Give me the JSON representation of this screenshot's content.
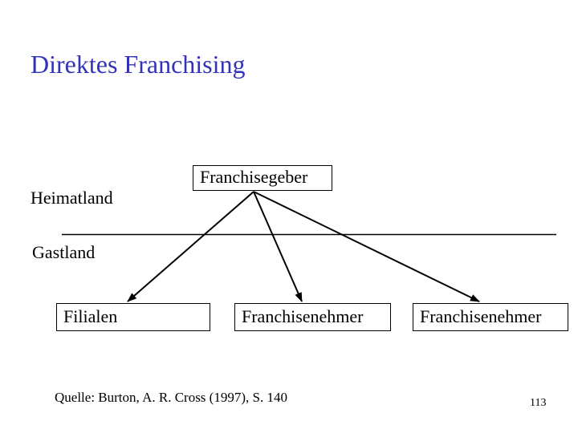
{
  "title": "Direktes Franchising",
  "labels": {
    "home_country": "Heimatland",
    "host_country": "Gastland"
  },
  "nodes": {
    "franchisor": "Franchisegeber",
    "branches": "Filialen",
    "franchisee_middle": "Franchisenehmer",
    "franchisee_right": "Franchisenehmer"
  },
  "diagram": {
    "edges": [
      {
        "from": "Franchisegeber",
        "to": "Filialen"
      },
      {
        "from": "Franchisegeber",
        "to": "Franchisenehmer"
      },
      {
        "from": "Franchisegeber",
        "to": "Franchisenehmer"
      }
    ]
  },
  "footer": {
    "source": "Quelle: Burton, A. R. Cross (1997), S. 140",
    "page_number": "113"
  },
  "colors": {
    "title": "#3333B8",
    "text": "#000000",
    "line": "#000000",
    "background": "#FFFFFF"
  }
}
